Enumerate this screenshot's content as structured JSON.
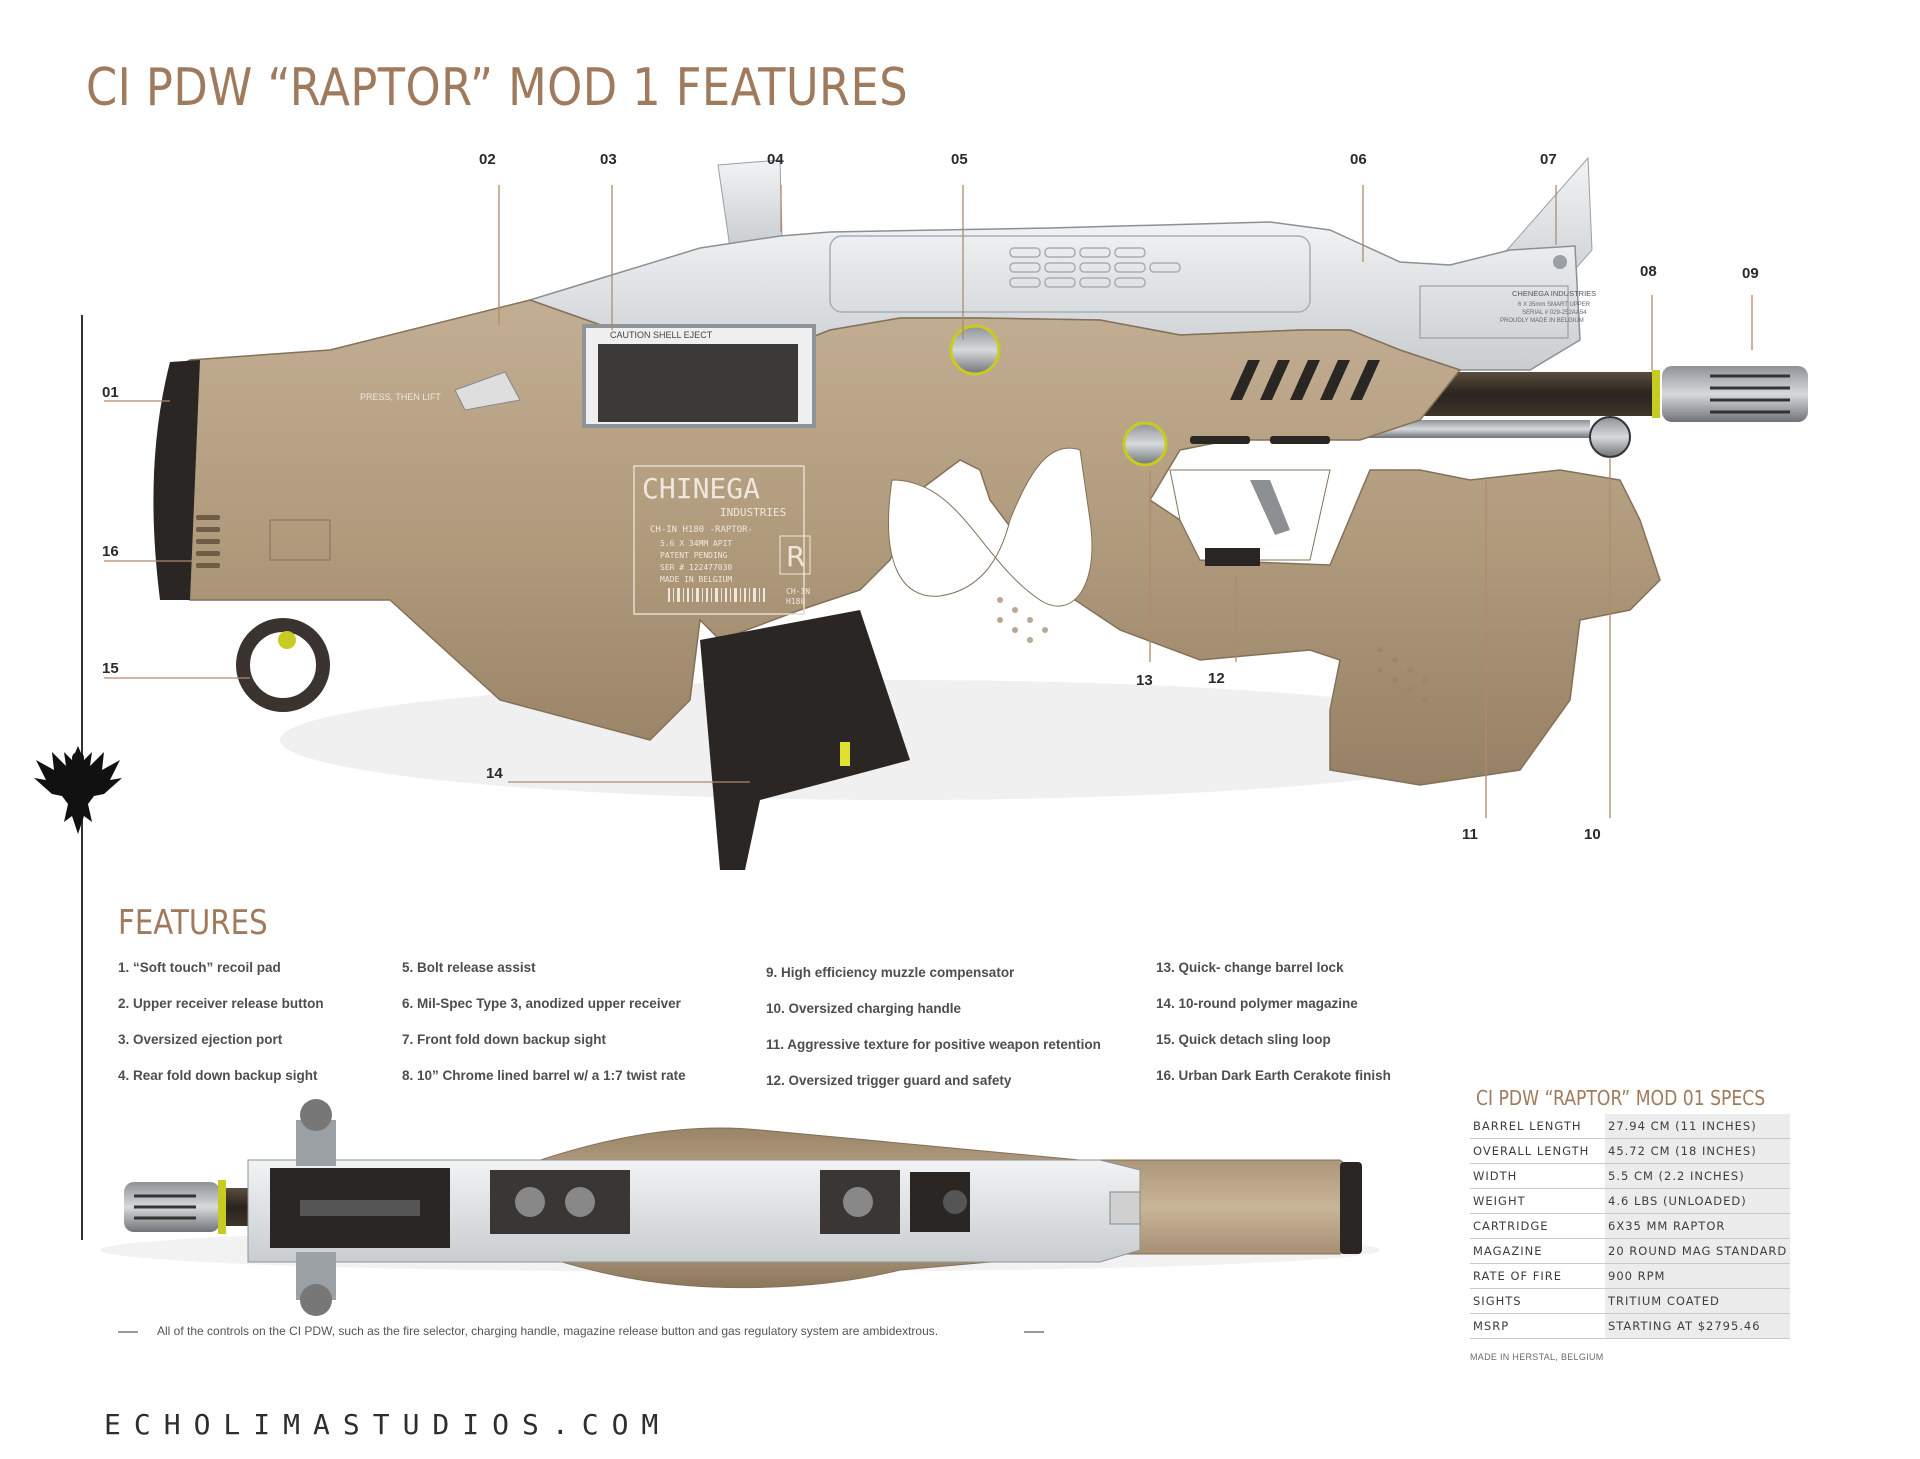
{
  "title": "CI PDW “RAPTOR” MOD 1 FEATURES",
  "callouts": [
    "01",
    "02",
    "03",
    "04",
    "05",
    "06",
    "07",
    "08",
    "09",
    "10",
    "11",
    "12",
    "13",
    "14",
    "15",
    "16"
  ],
  "engravings": {
    "brand": "CHINEGA",
    "industries": "INDUSTRIES",
    "model": "CH-IN H180 -RAPTOR-",
    "caliber": "5.6 X 34MM APIT",
    "patent": "PATENT PENDING",
    "serial": "SER # 122477030",
    "made": "MADE IN BELGIUM",
    "r_badge": "R",
    "chin": "CH-IN",
    "h180": "H180",
    "caution": "CAUTION SHELL EJECT",
    "press": "PRESS, THEN LIFT",
    "upper_brand": "CHENEGA INDUSTRIES",
    "upper_line1": "6 X 35mm SMART UPPER",
    "upper_line2": "SERIAL # 029-252AA54",
    "upper_line3": "PROUDLY MADE IN BELGIUM"
  },
  "features": {
    "heading": "FEATURES",
    "columns": [
      [
        "1. “Soft touch” recoil pad",
        "2. Upper receiver release button",
        "3. Oversized ejection port",
        "4. Rear fold down backup sight"
      ],
      [
        "5. Bolt release assist",
        "6. Mil-Spec Type 3, anodized upper receiver",
        "7. Front fold down backup sight",
        "8. 10” Chrome lined barrel w/ a 1:7 twist rate"
      ],
      [
        "9. High efficiency muzzle compensator",
        "10. Oversized charging handle",
        "11. Aggressive texture for positive weapon retention",
        "12. Oversized trigger guard and safety"
      ],
      [
        "13. Quick- change barrel lock",
        "14. 10-round polymer magazine",
        "15. Quick detach sling loop",
        "16. Urban Dark Earth Cerakote finish"
      ]
    ]
  },
  "specs": {
    "title": "CI PDW “RAPTOR” MOD 01 SPECS",
    "rows": [
      {
        "label": "BARREL LENGTH",
        "value": "27.94 CM (11 INCHES)"
      },
      {
        "label": "OVERALL LENGTH",
        "value": "45.72 CM (18 INCHES)"
      },
      {
        "label": "WIDTH",
        "value": "5.5 CM (2.2 INCHES)"
      },
      {
        "label": "WEIGHT",
        "value": "4.6 LBS (UNLOADED)"
      },
      {
        "label": "CARTRIDGE",
        "value": "6X35 MM RAPTOR"
      },
      {
        "label": "MAGAZINE",
        "value": "20 ROUND MAG STANDARD"
      },
      {
        "label": "RATE OF FIRE",
        "value": "900 RPM"
      },
      {
        "label": "SIGHTS",
        "value": "TRITIUM COATED"
      },
      {
        "label": "MSRP",
        "value": "STARTING AT $2795.46"
      }
    ],
    "footnote": "MADE IN HERSTAL, BELGIUM"
  },
  "note": "All of the controls on the CI PDW, such as the fire selector, charging handle, magazine release button and gas regulatory system are ambidextrous.",
  "website": "ECHOLIMASTUDIOS.COM",
  "colors": {
    "accent": "#a07a5c",
    "tan": "#b8a285",
    "upper": "#dfe2e4",
    "dark": "#2a2623"
  }
}
